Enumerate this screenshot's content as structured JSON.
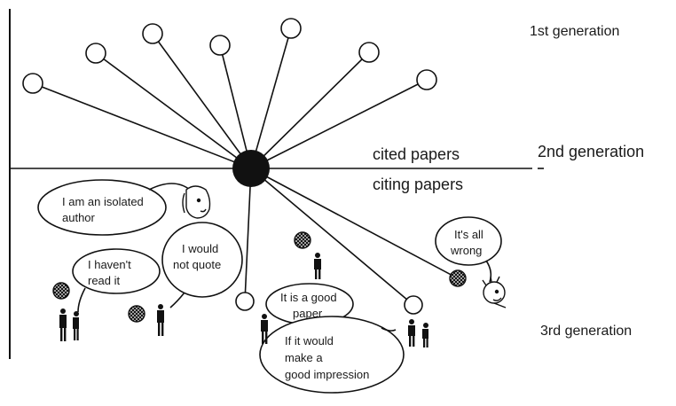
{
  "generations": {
    "first": "1st generation",
    "second": "2nd generation",
    "third": "3rd generation"
  },
  "divider": {
    "above": "cited papers",
    "below": "citing papers"
  },
  "speech_bubbles": {
    "isolated_author": [
      "I am an isolated",
      "author"
    ],
    "havent_read": [
      "I haven't",
      "read it"
    ],
    "would_not_quote": [
      "I would",
      "not quote"
    ],
    "good_paper": [
      "It is a good",
      "paper"
    ],
    "good_impression": [
      "If it would",
      "make a",
      "good impression"
    ],
    "all_wrong": [
      "It's all",
      "wrong"
    ]
  }
}
